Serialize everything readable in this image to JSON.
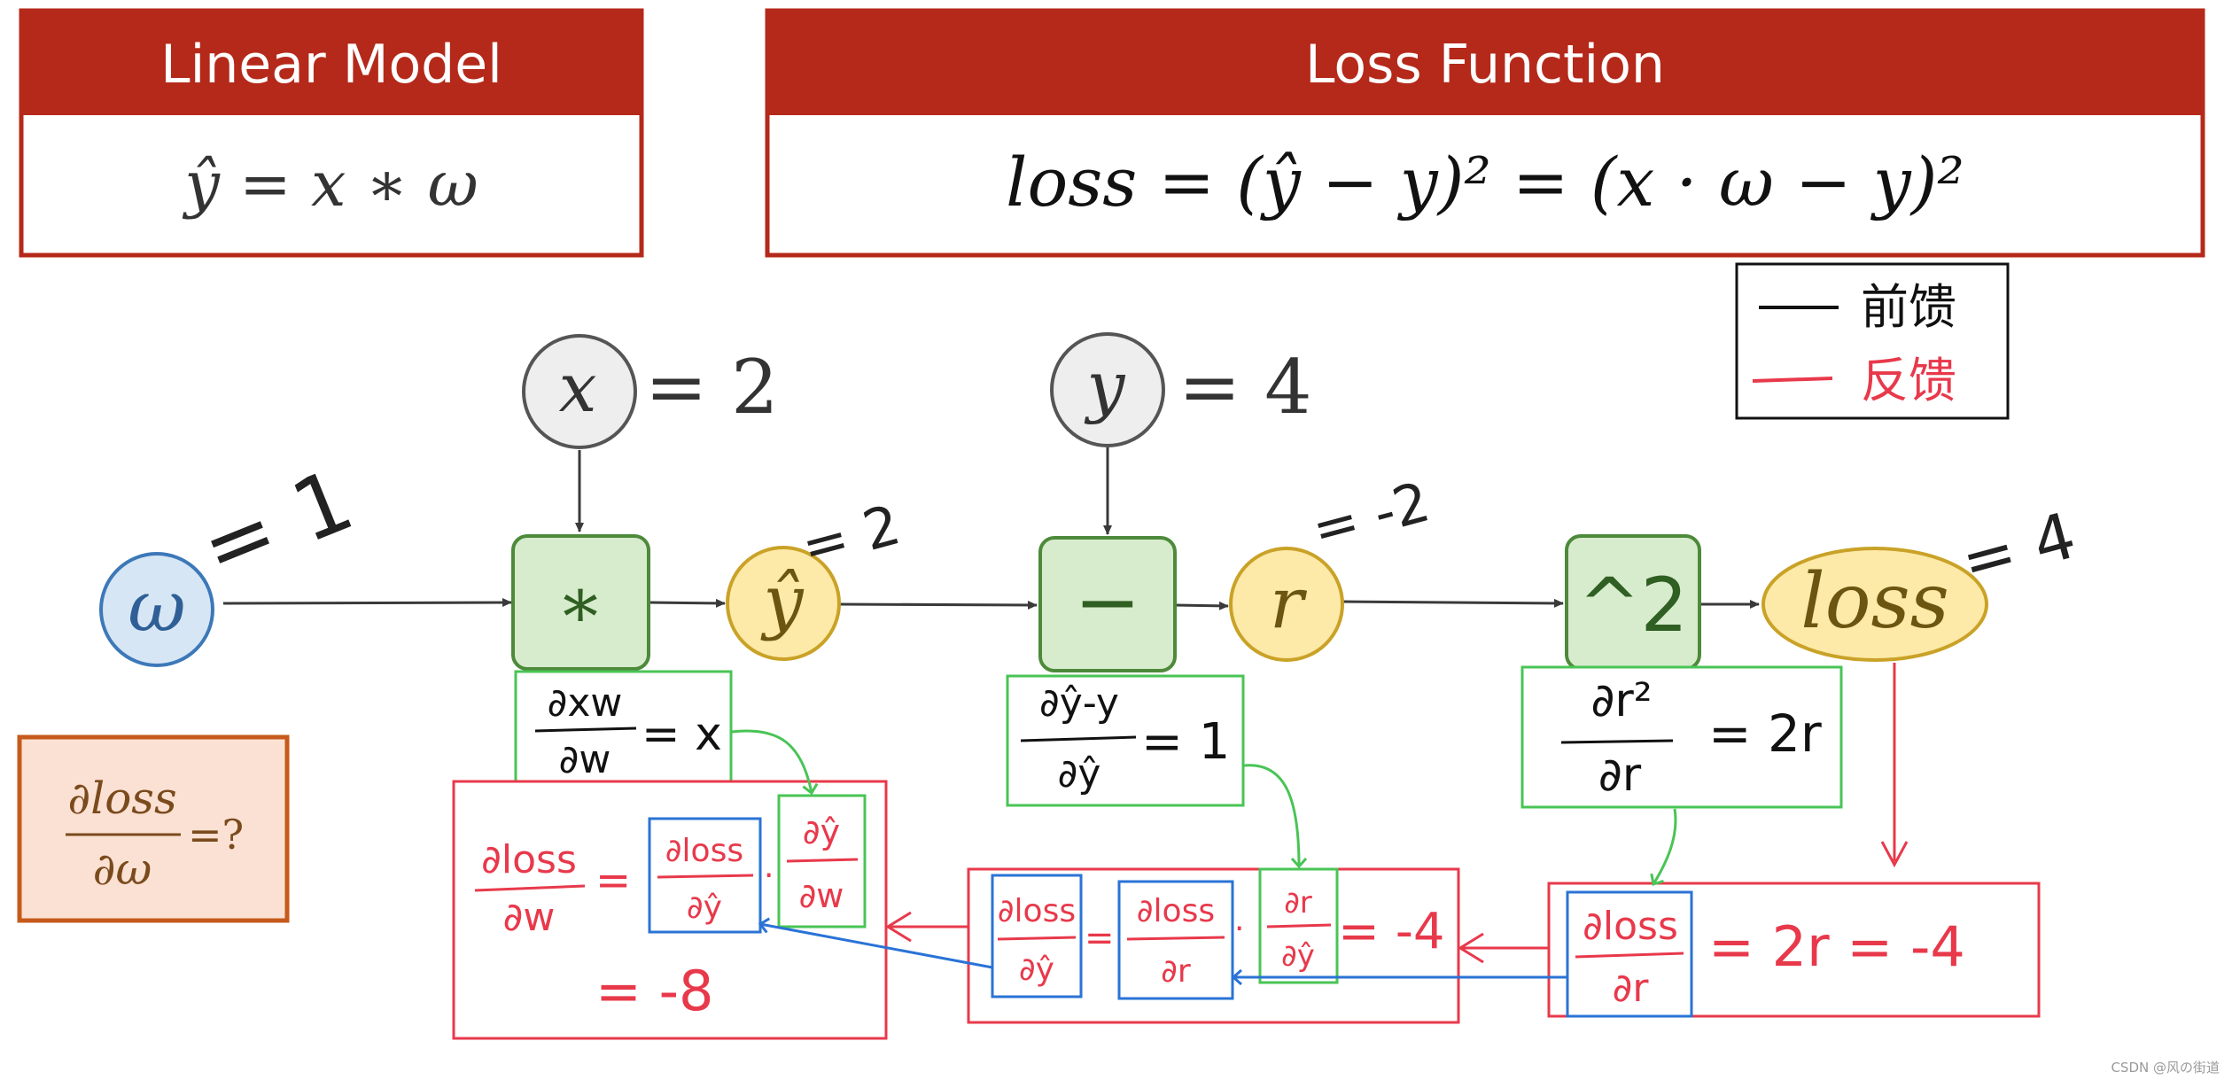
{
  "header_boxes": {
    "linear_model": {
      "title": "Linear Model",
      "formula": "ŷ = x ∗ ω"
    },
    "loss_function": {
      "title": "Loss Function",
      "formula": "loss = (ŷ − y)² = (x · ω − y)²"
    }
  },
  "legend": {
    "forward_label": "前馈",
    "backward_label": "反馈"
  },
  "inputs": {
    "x": {
      "symbol": "x",
      "value": "= 2"
    },
    "y": {
      "symbol": "y",
      "value": "= 4"
    },
    "w": {
      "symbol": "ω",
      "value": "= 1"
    }
  },
  "operations": {
    "multiply": "∗",
    "subtract": "−",
    "square": "^2"
  },
  "intermediates": {
    "y_hat": {
      "symbol": "ŷ",
      "value": "= 2"
    },
    "r": {
      "symbol": "r",
      "value": "= -2"
    },
    "loss": {
      "symbol": "loss",
      "value": "= 4"
    }
  },
  "question": {
    "numerator": "∂loss",
    "denominator": "∂ω",
    "suffix": "=?"
  },
  "local_gradients": {
    "mult": {
      "num": "∂xw",
      "den": "∂w",
      "rhs": "= x"
    },
    "sub": {
      "num": "∂ŷ-y",
      "den": "∂ŷ",
      "rhs": "= 1"
    },
    "sq": {
      "num": "∂r²",
      "den": "∂r",
      "rhs": "= 2r"
    }
  },
  "backprop": {
    "step1": {
      "num": "∂loss",
      "den": "∂r",
      "rhs": "= 2r = -4"
    },
    "step2": {
      "lhs_num": "∂loss",
      "lhs_den": "∂ŷ",
      "a_num": "∂loss",
      "a_den": "∂r",
      "b_num": "∂r",
      "b_den": "∂ŷ",
      "result": "= -4"
    },
    "step3": {
      "lhs_num": "∂loss",
      "lhs_den": "∂w",
      "a_num": "∂loss",
      "a_den": "∂ŷ",
      "b_num": "∂ŷ",
      "b_den": "∂w",
      "result": "= -8"
    }
  },
  "watermark": "CSDN @风の街道",
  "colors": {
    "header_red": "#b5291a",
    "red": "#e8394b",
    "green": "#49c455",
    "blue": "#2a73d6",
    "node_yellow_fill": "#fde9a8",
    "node_yellow_stroke": "#c9a227",
    "node_green_fill": "#d7ebcd",
    "node_green_stroke": "#4d8a3a",
    "w_fill": "#d6e6f5",
    "w_stroke": "#3d78b8",
    "question_fill": "#fbe1d3",
    "question_stroke": "#c55a1c"
  }
}
